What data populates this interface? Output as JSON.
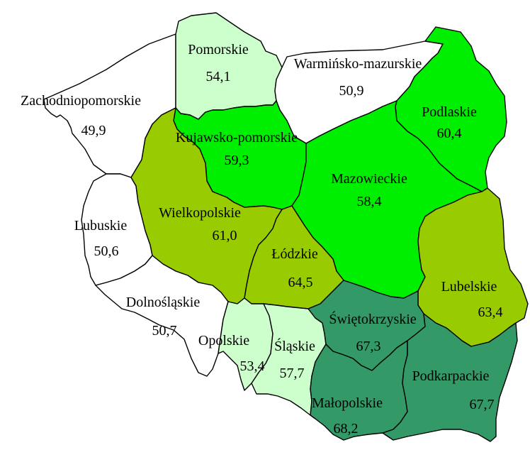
{
  "colors": {
    "white": "#ffffff",
    "light_green": "#ccffcc",
    "bright_green": "#00ee00",
    "olive_green": "#99cc00",
    "dark_green": "#339966"
  },
  "regions": {
    "zachodniopomorskie": {
      "name": "Zachodniopomorskie",
      "value": "49,9",
      "fill": "#ffffff"
    },
    "pomorskie": {
      "name": "Pomorskie",
      "value": "54,1",
      "fill": "#ccffcc"
    },
    "warminsko_mazurskie": {
      "name": "Warmińsko-mazurskie",
      "value": "50,9",
      "fill": "#ffffff"
    },
    "podlaskie": {
      "name": "Podlaskie",
      "value": "60,4",
      "fill": "#00ee00"
    },
    "kujawsko_pomorskie": {
      "name": "Kujawsko-pomorskie",
      "value": "59,3",
      "fill": "#00ee00"
    },
    "mazowieckie": {
      "name": "Mazowieckie",
      "value": "58,4",
      "fill": "#00ee00"
    },
    "lubuskie": {
      "name": "Lubuskie",
      "value": "50,6",
      "fill": "#ffffff"
    },
    "wielkopolskie": {
      "name": "Wielkopolskie",
      "value": "61,0",
      "fill": "#99cc00"
    },
    "lodzkie": {
      "name": "Łódzkie",
      "value": "64,5",
      "fill": "#99cc00"
    },
    "lubelskie": {
      "name": "Lubelskie",
      "value": "63,4",
      "fill": "#99cc00"
    },
    "dolnoslaskie": {
      "name": "Dolnośląskie",
      "value": "50,7",
      "fill": "#ffffff"
    },
    "opolskie": {
      "name": "Opolskie",
      "value": "53,4",
      "fill": "#ccffcc"
    },
    "slaskie": {
      "name": "Śląskie",
      "value": "57,7",
      "fill": "#ccffcc"
    },
    "swietokrzyskie": {
      "name": "Świętokrzyskie",
      "value": "67,3",
      "fill": "#339966"
    },
    "malopolskie": {
      "name": "Małopolskie",
      "value": "68,2",
      "fill": "#339966"
    },
    "podkarpackie": {
      "name": "Podkarpackie",
      "value": "67,7",
      "fill": "#339966"
    }
  }
}
